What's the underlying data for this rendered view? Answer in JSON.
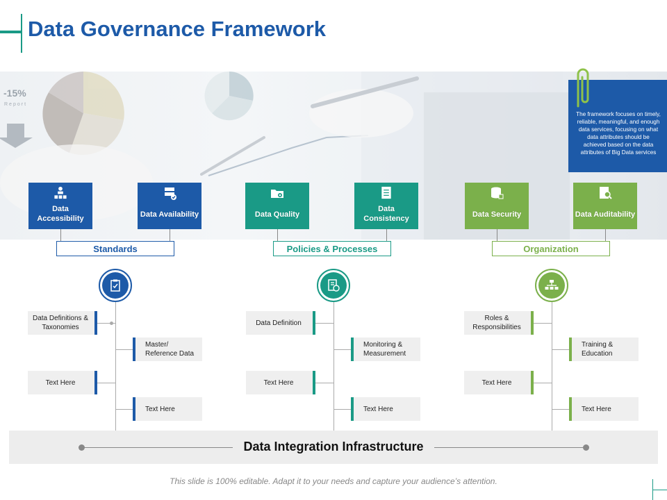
{
  "title": "Data Governance Framework",
  "note": "The framework focuses on timely, reliable, meaningful, and enough data services, focusing on what data attributes should be achieved based on the data attributes of Big Data services",
  "colors": {
    "blue": "#1d5aa8",
    "teal": "#1a9a86",
    "green": "#7bb04b"
  },
  "categories": [
    {
      "label": "Data Accessibility",
      "icon": "people-network-icon"
    },
    {
      "label": "Data Availability",
      "icon": "server-check-icon"
    },
    {
      "label": "Data Quality",
      "icon": "folder-gear-icon"
    },
    {
      "label": "Data Consistency",
      "icon": "document-icon"
    },
    {
      "label": "Data Security",
      "icon": "database-lock-icon"
    },
    {
      "label": "Data Auditability",
      "icon": "report-search-icon"
    }
  ],
  "sections": [
    {
      "label": "Standards",
      "icon": "clipboard-check-icon",
      "items": [
        "Data Definitions & Taxonomies",
        "Master/ Reference Data",
        "Text Here",
        "Text Here"
      ]
    },
    {
      "label": "Policies & Processes",
      "icon": "checklist-clock-icon",
      "items": [
        "Data Definition",
        "Monitoring & Measurement",
        "Text Here",
        "Text Here"
      ]
    },
    {
      "label": "Organization",
      "icon": "org-chart-icon",
      "items": [
        "Roles & Responsibilities",
        "Training & Education",
        "Text Here",
        "Text Here"
      ]
    }
  ],
  "infrastructure": "Data Integration Infrastructure",
  "footer": "This slide is 100% editable. Adapt it to your needs and capture your audience’s attention.",
  "banner_text": {
    "percent": "-15%",
    "report": "Report"
  }
}
